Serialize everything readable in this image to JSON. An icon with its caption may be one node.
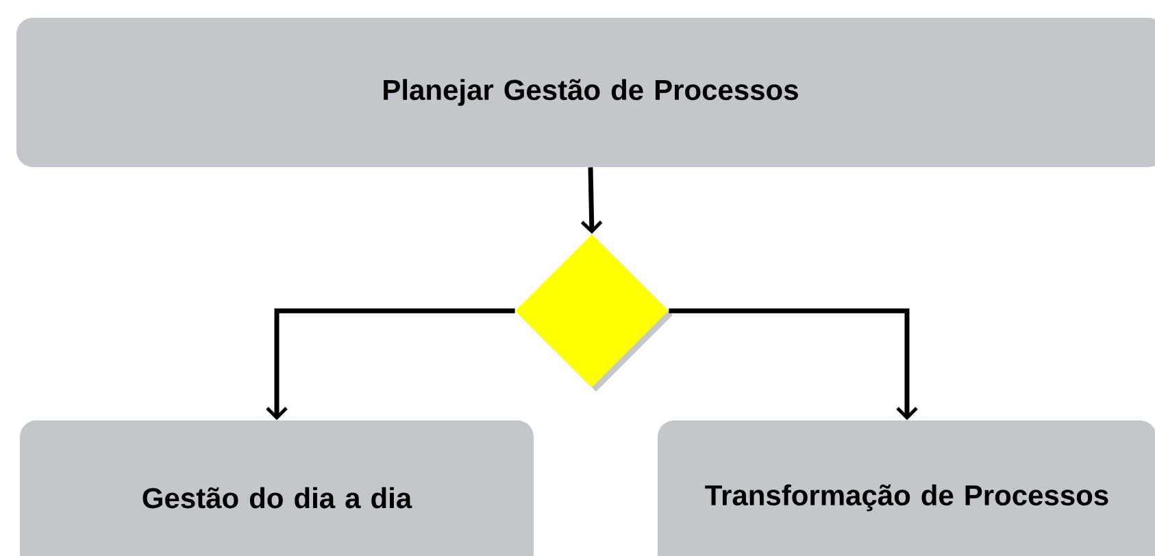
{
  "diagram": {
    "nodes": [
      {
        "text": [
          "Planejar Gestão de Processos"
        ]
      },
      {
        "text": [],
        "shape": "diamond"
      },
      {
        "text": [
          "Gestão do dia a dia"
        ]
      },
      {
        "text": [
          "Transformação de Processos"
        ]
      }
    ],
    "edges": [
      {
        "from": 0,
        "to": 1,
        "arrow": "to"
      },
      {
        "from": 1,
        "to": 2,
        "arrow": "to"
      },
      {
        "from": 1,
        "to": 3,
        "arrow": "to"
      }
    ]
  }
}
